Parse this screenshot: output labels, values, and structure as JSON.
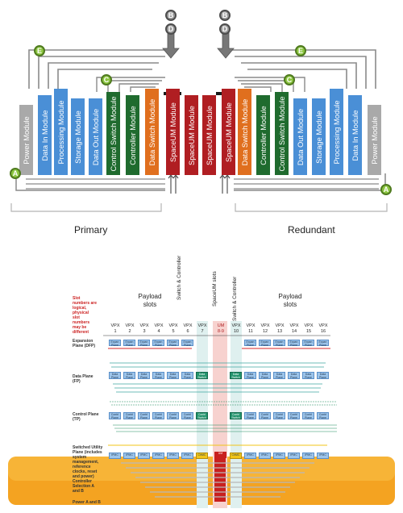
{
  "top": {
    "modules_left": [
      {
        "label": "Power Module",
        "color": "#a9a9a9"
      },
      {
        "label": "Data In Module",
        "color": "#4a8fd6"
      },
      {
        "label": "Processing Module",
        "color": "#4a8fd6"
      },
      {
        "label": "Storage Module",
        "color": "#4a8fd6"
      },
      {
        "label": "Data Out Module",
        "color": "#4a8fd6"
      },
      {
        "label": "Control Switch Module",
        "color": "#1f6b2e"
      },
      {
        "label": "Controller Module",
        "color": "#1f6b2e"
      },
      {
        "label": "Data Switch Module",
        "color": "#e06f1e"
      },
      {
        "label": "SpaceUM Module",
        "color": "#b01e22"
      },
      {
        "label": "SpaceUM Module",
        "color": "#b01e22"
      }
    ],
    "modules_right": [
      {
        "label": "SpaceUM Module",
        "color": "#b01e22"
      },
      {
        "label": "SpaceUM Module",
        "color": "#b01e22"
      },
      {
        "label": "Data Switch Module",
        "color": "#e06f1e"
      },
      {
        "label": "Controller Module",
        "color": "#1f6b2e"
      },
      {
        "label": "Control Switch Module",
        "color": "#1f6b2e"
      },
      {
        "label": "Data Out Module",
        "color": "#4a8fd6"
      },
      {
        "label": "Storage Module",
        "color": "#4a8fd6"
      },
      {
        "label": "Processing Module",
        "color": "#4a8fd6"
      },
      {
        "label": "Data In Module",
        "color": "#4a8fd6"
      },
      {
        "label": "Power Module",
        "color": "#a9a9a9"
      }
    ],
    "markers": {
      "B": "B",
      "D": "D",
      "E": "E",
      "C": "C",
      "A": "A"
    },
    "primary_label": "Primary",
    "redundant_label": "Redundant"
  },
  "bottom": {
    "note": "Slot numbers are logical, physical slot numbers may be different",
    "payload_left": "Payload slots",
    "payload_right": "Payload slots",
    "switch_controller_1": "Switch & Controller",
    "spaceum_slots": "SpaceUM slots",
    "switch_controller_2": "Switch & Controller",
    "slots": [
      {
        "top": "VPX",
        "num": "1"
      },
      {
        "top": "VPX",
        "num": "2"
      },
      {
        "top": "VPX",
        "num": "3"
      },
      {
        "top": "VPX",
        "num": "4"
      },
      {
        "top": "VPX",
        "num": "5"
      },
      {
        "top": "VPX",
        "num": "6"
      },
      {
        "top": "VPX",
        "num": "7"
      },
      {
        "top": "UM",
        "num": "8-9"
      },
      {
        "top": "VPX",
        "num": "10"
      },
      {
        "top": "VPX",
        "num": "11"
      },
      {
        "top": "VPX",
        "num": "12"
      },
      {
        "top": "VPX",
        "num": "13"
      },
      {
        "top": "VPX",
        "num": "14"
      },
      {
        "top": "VPX",
        "num": "15"
      },
      {
        "top": "VPX",
        "num": "16"
      }
    ],
    "rows": {
      "expansion": "Expansion Plane (DFP)",
      "data": "Data Plane (FP)",
      "control": "Control Plane (TP)",
      "utility": "Switched Utility Plane (includes system management, reference clocks, reset and power)",
      "selection": "Controller Selection A and B",
      "power": "Power A and B"
    },
    "box_labels": {
      "expansion": "Expan Plane",
      "data": "Data Plane",
      "data_switch": "Data Switch",
      "control": "Contrl Plane",
      "control_switch": "Contrl Switch",
      "ipmc": "IPMC",
      "chmc": "ChMC",
      "um": "UM"
    }
  }
}
